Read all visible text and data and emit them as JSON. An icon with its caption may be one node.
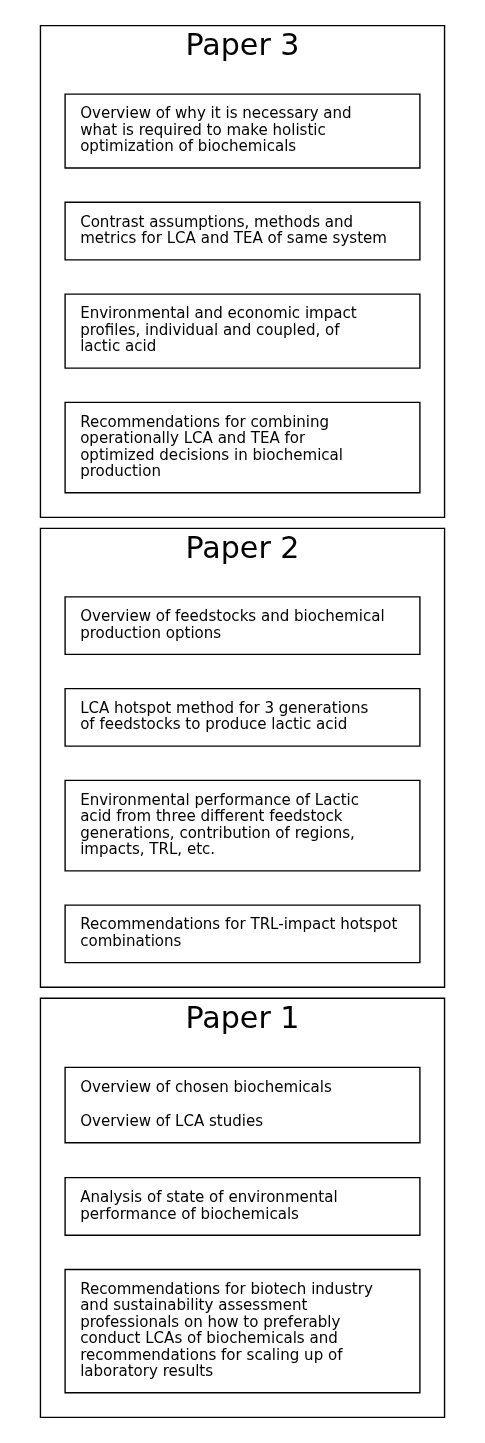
{
  "diagram": {
    "nodes": [
      {
        "text": [
          "Paper 1"
        ]
      },
      {
        "text": [
          "Overview of chosen biochemicals",
          "Overview of LCA studies"
        ],
        "in": 0
      },
      {
        "text": [
          "Analysis of state of environmental performance of biochemicals"
        ],
        "in": 0
      },
      {
        "text": [
          "Recommendations for biotech industry and sustainability assessment professionals on how to preferably conduct LCAs of biochemicals and recommendations for scaling up of laboratory results"
        ],
        "in": 0
      },
      {
        "text": [
          "Paper 2"
        ]
      },
      {
        "text": [
          "Overview of feedstocks and biochemical production options"
        ],
        "in": 4
      },
      {
        "text": [
          "LCA hotspot method for 3 generations of feedstocks to produce lactic acid"
        ],
        "in": 4
      },
      {
        "text": [
          "Environmental performance of Lactic acid from three different feedstock generations, contribution of regions, impacts, TRL, etc."
        ],
        "in": 4
      },
      {
        "text": [
          "Recommendations for TRL-impact hotspot combinations"
        ],
        "in": 4
      },
      {
        "text": [
          "Paper 3"
        ]
      },
      {
        "text": [
          "Overview of why it is necessary and what is required to make holistic optimization of biochemicals"
        ],
        "in": 9
      },
      {
        "text": [
          "Contrast assumptions, methods and metrics for LCA and TEA of same system"
        ],
        "in": 9
      },
      {
        "text": [
          "Environmental and economic impact profiles, individual and coupled, of lactic acid"
        ],
        "in": 9
      },
      {
        "text": [
          "Recommendations for combining operationally LCA and TEA for optimized decisions in biochemical production"
        ],
        "in": 9
      }
    ]
  }
}
